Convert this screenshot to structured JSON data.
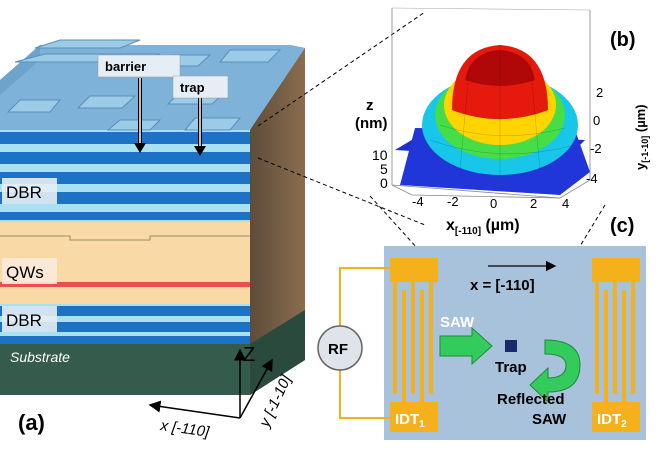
{
  "panel_a": {
    "letter": "(a)",
    "barrier_label": "barrier",
    "trap_label": "trap",
    "layers": {
      "dbr_top": "DBR",
      "qws": "QWs",
      "dbr_bottom": "DBR",
      "substrate": "Substrate"
    },
    "axes": {
      "z": "Z",
      "x": "x [-110]",
      "y": "y [-1-10]"
    }
  },
  "panel_b": {
    "letter": "(b)",
    "z_label_1": "z",
    "z_label_2": "(nm)",
    "z_ticks": [
      "10",
      "5",
      "0"
    ],
    "x_label": "x",
    "x_sub": "[-110]",
    "x_unit": " (µm)",
    "x_ticks": [
      "-4",
      "-2",
      "0",
      "2",
      "4"
    ],
    "y_label": "y",
    "y_sub": "[-1-10]",
    "y_unit": " (µm)",
    "y_ticks": [
      "2",
      "0",
      "-2",
      "-4"
    ]
  },
  "panel_c": {
    "letter": "(c)",
    "direction_label": "x = [-110]",
    "rf_label": "RF",
    "saw_label": "SAW",
    "trap_label": "Trap",
    "reflected_line1": "Reflected",
    "reflected_line2": "SAW",
    "idt1": "IDT",
    "idt1_sub": "1",
    "idt2": "IDT",
    "idt2_sub": "2"
  },
  "colors": {
    "surface_blue": "#7fb2d9",
    "dbr_dark": "#1e72c6",
    "dbr_light": "#a9e0f2",
    "qw_region": "#f9d9a6",
    "qw_line": "#ea4f4f",
    "substrate": "#355b4c",
    "idt_gold": "#f4b11b",
    "saw_panel": "#a8c2db",
    "saw_arrow": "#33cc5c"
  }
}
